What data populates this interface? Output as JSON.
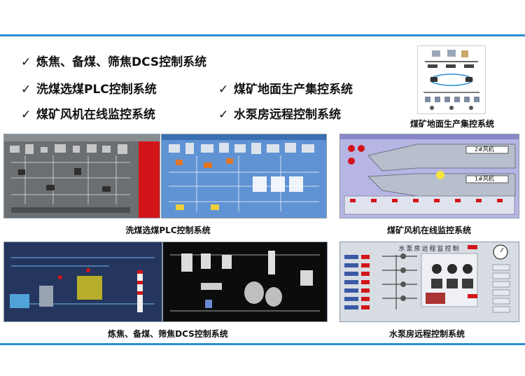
{
  "colors": {
    "accent_bar": "#2a8fd6",
    "scada_blue": "#5f93d4",
    "plc_gray": "#6c6f72",
    "dcs_navy": "#24365e",
    "dark_black": "#0c0c0c",
    "fan_purple": "#b7b5e4",
    "pump_gray": "#d8dde3",
    "alarm_red": "#d3151a"
  },
  "features": [
    {
      "check": "✓",
      "label": "炼焦、备煤、筛焦DCS控制系统"
    },
    {
      "check": "✓",
      "label": "洗煤选煤PLC控制系统"
    },
    {
      "check": "✓",
      "label": "煤矿地面生产集控系统"
    },
    {
      "check": "✓",
      "label": "煤矿风机在线监控系统"
    },
    {
      "check": "✓",
      "label": "水泵房远程控制系统"
    }
  ],
  "captions": {
    "network": "煤矿地面生产集控系统",
    "plc": "洗煤选煤PLC控制系统",
    "fan": "煤矿风机在线监控系统",
    "dcs": "炼焦、备煤、筛焦DCS控制系统",
    "pump": "水泵房远程控制系统"
  },
  "fan_panel": {
    "fan1_label": "2#风机",
    "fan2_label": "1#风机"
  },
  "pump_panel": {
    "title": "水泵房远程监控制"
  }
}
